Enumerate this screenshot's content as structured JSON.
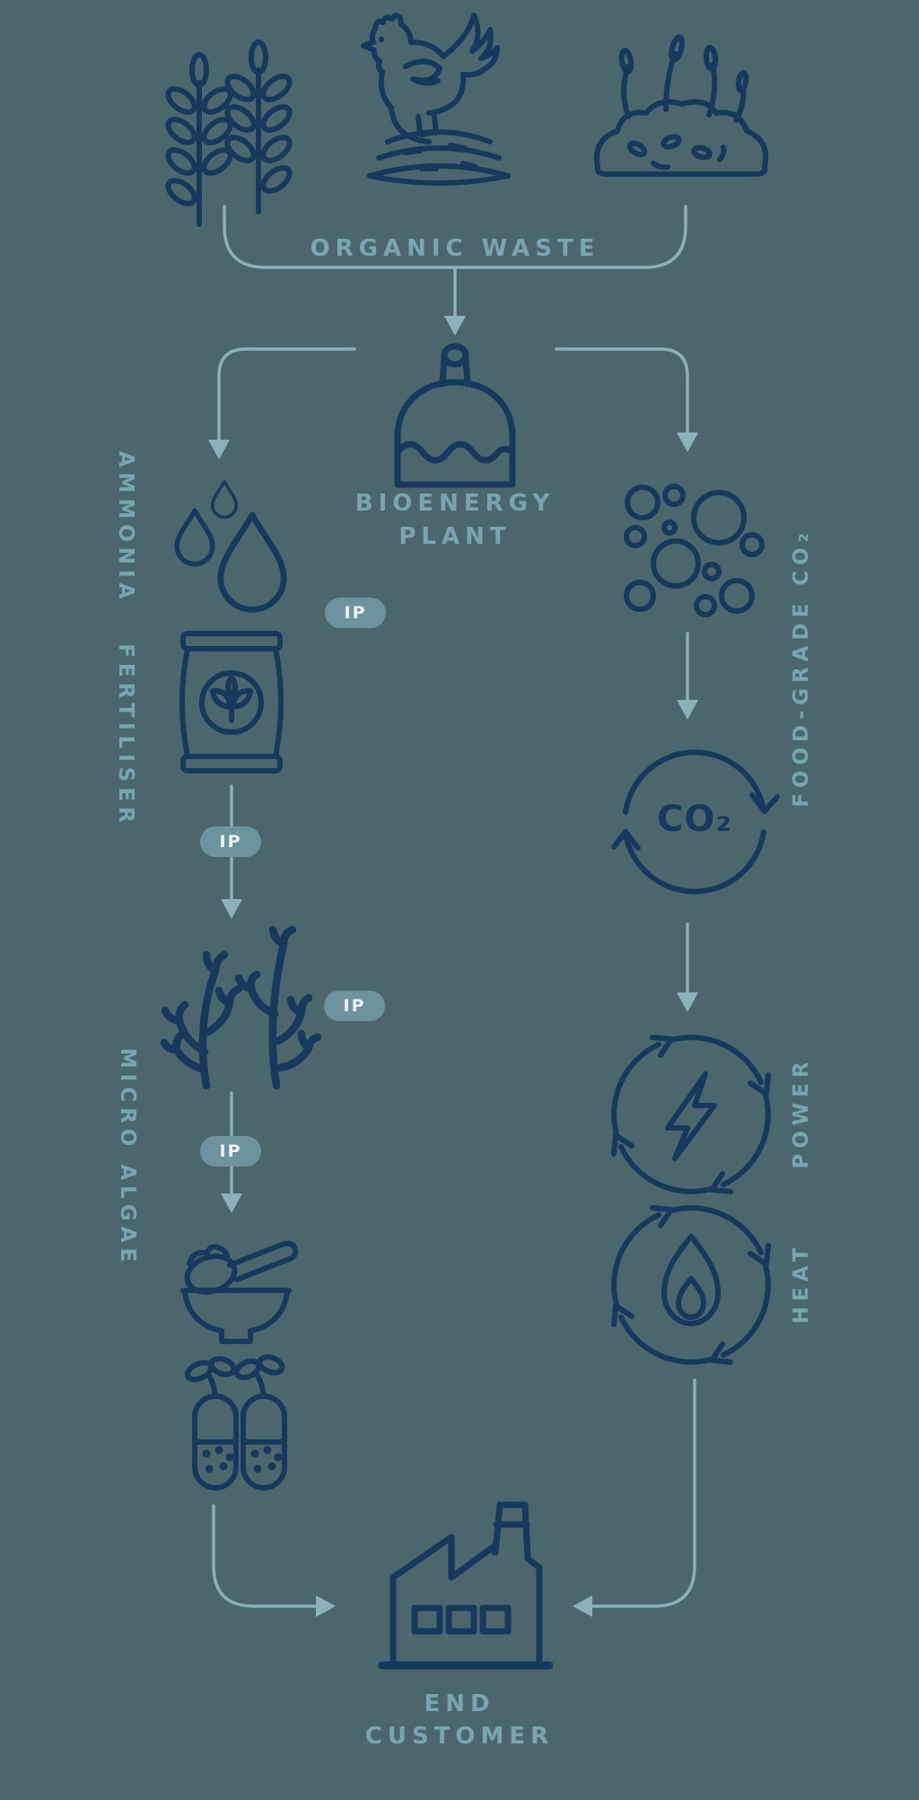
{
  "colors": {
    "background": "#4c666e",
    "icon_navy": "#16395c",
    "label_teal": "#79a5b0",
    "line_teal": "#8db1ba",
    "badge_background": "#6d949e",
    "badge_text": "#eef4f5"
  },
  "organic_waste": {
    "label": "ORGANIC WASTE"
  },
  "bioenergy_plant": {
    "label_line1": "BIOENERGY",
    "label_line2": "PLANT"
  },
  "left_chain": {
    "ammonia_label": "AMMONIA",
    "fertiliser_label": "FERTILISER",
    "micro_algae_label": "MICRO ALGAE"
  },
  "right_chain": {
    "food_grade_co2_label": "FOOD-GRADE CO₂",
    "co2_symbol": "CO₂",
    "power_label": "POWER",
    "heat_label": "HEAT"
  },
  "end_customer": {
    "label_line1": "END",
    "label_line2": "CUSTOMER"
  },
  "ip_badge_label": "IP",
  "icons": {
    "top": [
      "wheat-icon",
      "chicken-on-hay-icon",
      "compost-icon"
    ],
    "center": [
      "digester-tank-icon"
    ],
    "left": [
      "droplets-icon",
      "fertiliser-bag-icon",
      "algae-icon",
      "bowl-and-spoon-icon",
      "capsules-icon"
    ],
    "right": [
      "gas-bubbles-icon",
      "co2-cycle-icon",
      "power-cycle-icon",
      "heat-cycle-icon"
    ],
    "bottom": [
      "factory-icon"
    ]
  }
}
